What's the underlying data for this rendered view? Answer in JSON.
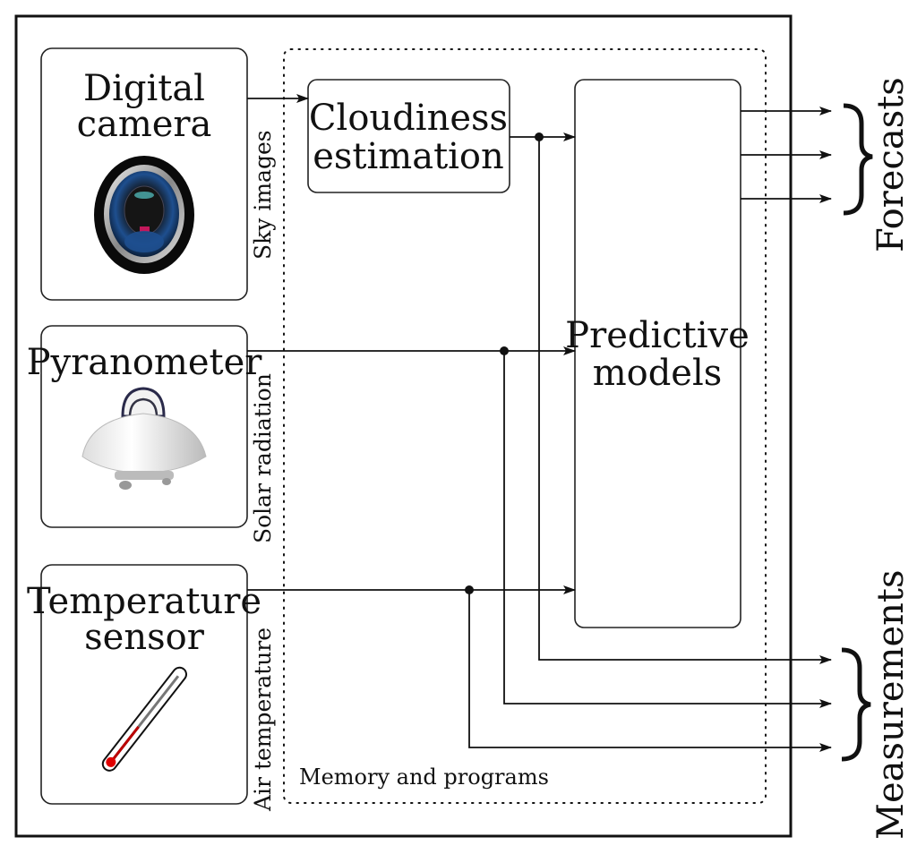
{
  "diagram": {
    "sensors": [
      {
        "name": "Digital camera",
        "line1": "Digital",
        "line2": "camera",
        "signal": "Sky images",
        "icon": "camera-lens-icon"
      },
      {
        "name": "Pyranometer",
        "line1": "Pyranometer",
        "line2": "",
        "signal": "Solar radiation",
        "icon": "pyranometer-icon"
      },
      {
        "name": "Temperature sensor",
        "line1": "Temperature",
        "line2": "sensor",
        "signal": "Air temperature",
        "icon": "thermometer-icon"
      }
    ],
    "processing": {
      "container_label": "Memory and programs",
      "cloudiness": {
        "line1": "Cloudiness",
        "line2": "estimation"
      },
      "predictive": {
        "line1": "Predictive",
        "line2": "models"
      }
    },
    "outputs": {
      "forecasts_label": "Forecasts",
      "forecast_count": 3,
      "measurements_label": "Measurements",
      "measurement_count": 3
    },
    "colors": {
      "line": "#111111",
      "thermometer_red": "#e00000",
      "lens_blue": "#1e4f8f"
    }
  }
}
